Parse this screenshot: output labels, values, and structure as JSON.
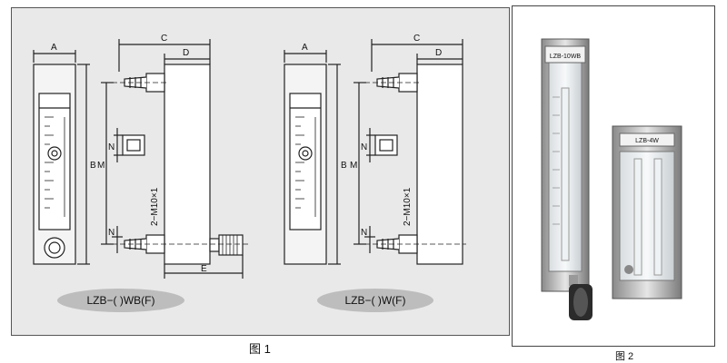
{
  "figure1": {
    "caption": "图 1",
    "dims": {
      "a": "A",
      "b": "B",
      "c": "C",
      "d": "D",
      "e": "E",
      "m": "M",
      "n": "N",
      "thread": "2−M10×1"
    },
    "model_left": "LZB−( )WB(F)",
    "model_right": "LZB−( )W(F)"
  },
  "figure2": {
    "caption": "图 2",
    "tall_label": "LZB-10WB",
    "short_label": "LZB-4W"
  },
  "colors": {
    "panel_bg": "#e9e9e9",
    "line": "#222222",
    "badge": "#bdbdbd"
  }
}
